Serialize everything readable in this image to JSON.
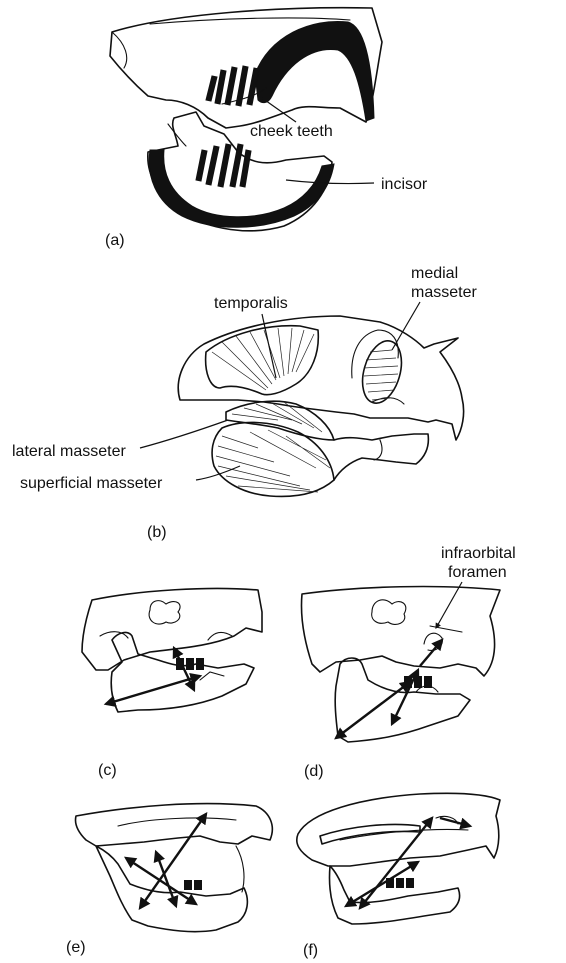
{
  "labels": {
    "cheek_teeth": "cheek teeth",
    "incisor": "incisor",
    "temporalis": "temporalis",
    "medial_masseter_1": "medial",
    "medial_masseter_2": "masseter",
    "lateral_masseter": "lateral masseter",
    "superficial_masseter": "superficial masseter",
    "infraorbital_1": "infraorbital",
    "infraorbital_2": "foramen"
  },
  "panels": {
    "a": "(a)",
    "b": "(b)",
    "c": "(c)",
    "d": "(d)",
    "e": "(e)",
    "f": "(f)"
  }
}
